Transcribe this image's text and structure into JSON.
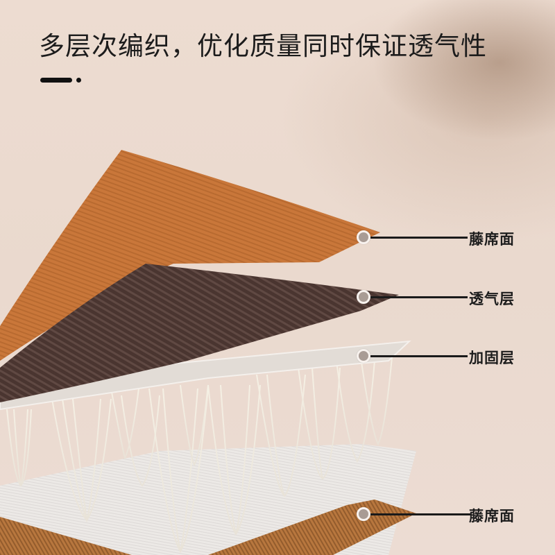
{
  "headline": "多层次编织，优化质量同时保证透气性",
  "decoration": {
    "icon": "dash-dot-divider"
  },
  "layers": [
    {
      "id": "rattan-top",
      "label": "藤席面",
      "color": "#c9773a"
    },
    {
      "id": "breathable",
      "label": "透气层",
      "color": "#4a3530"
    },
    {
      "id": "reinforced",
      "label": "加固层",
      "color": "#e8e2dc"
    },
    {
      "id": "rattan-bottom",
      "label": "藤席面",
      "color": "#b8773e"
    }
  ],
  "colors": {
    "background": "#ecdcd2",
    "text": "#1c1c1c",
    "marker_fill": "#a99c95",
    "marker_ring": "#f8f2ee"
  }
}
